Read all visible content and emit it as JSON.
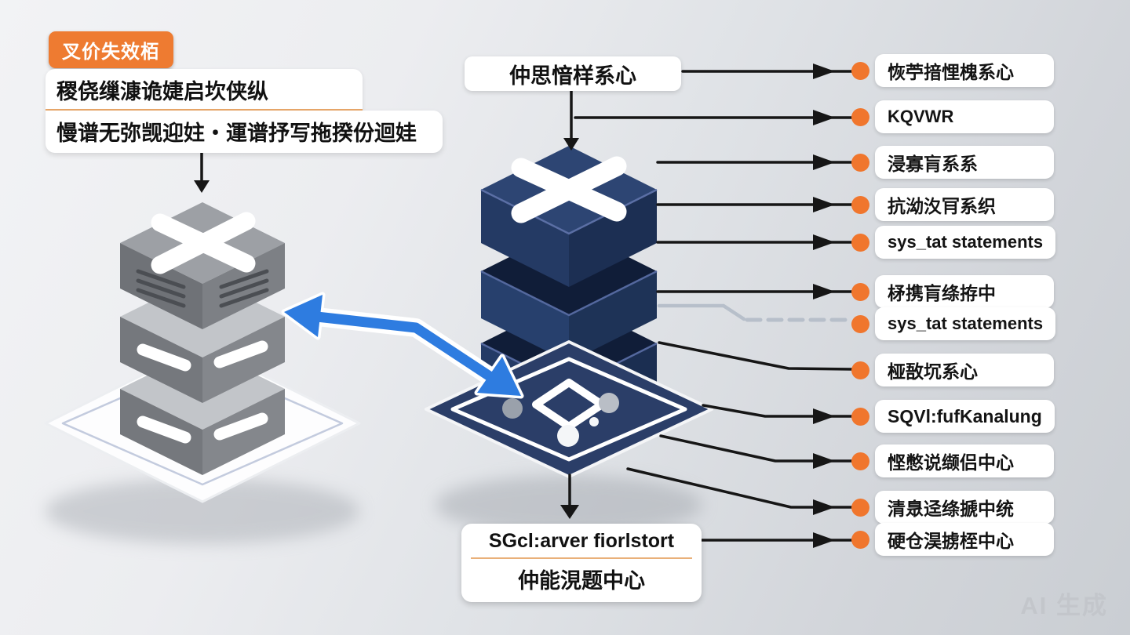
{
  "badge": {
    "label": "叉价失效栢"
  },
  "note": {
    "line1": "稷侥缫漮诡婕启坎侠纵",
    "line2": "慢谱无弥觊迎妵・運谱抒写拖揆份迴娃"
  },
  "center_label": "仲思愔样系心",
  "bottom_box": {
    "line1": "SGcl:arver fiorlstort",
    "line2": "仲能涀题中心"
  },
  "right_items": [
    {
      "label": "恢苧揞悝槐系心"
    },
    {
      "label": "KQVWR"
    },
    {
      "label": "浸寡肓系系"
    },
    {
      "label": "抗泑汷肎系织"
    },
    {
      "label": "sys_tat statements"
    },
    {
      "label": "柕携肓绦拵中"
    },
    {
      "label": "sys_tat statements"
    },
    {
      "label": "桠敔坈系心"
    },
    {
      "label": "SQVl:fufKanalung"
    },
    {
      "label": "悭憋说缬侣中心"
    },
    {
      "label": "清臮迳绦搋中统"
    },
    {
      "label": "硬仓淏掳桎中心"
    }
  ],
  "watermark": "AI 生成",
  "colors": {
    "accent_orange": "#ee7b31",
    "bullet_orange": "#f0762d",
    "navy_top": "#2d4573",
    "platform_navy": "#2b3e68",
    "gray_top": "#9da0a5",
    "arrow_blue": "#2e7ce0",
    "connector_black": "#161616",
    "dashed_gray": "#b7bfca"
  }
}
